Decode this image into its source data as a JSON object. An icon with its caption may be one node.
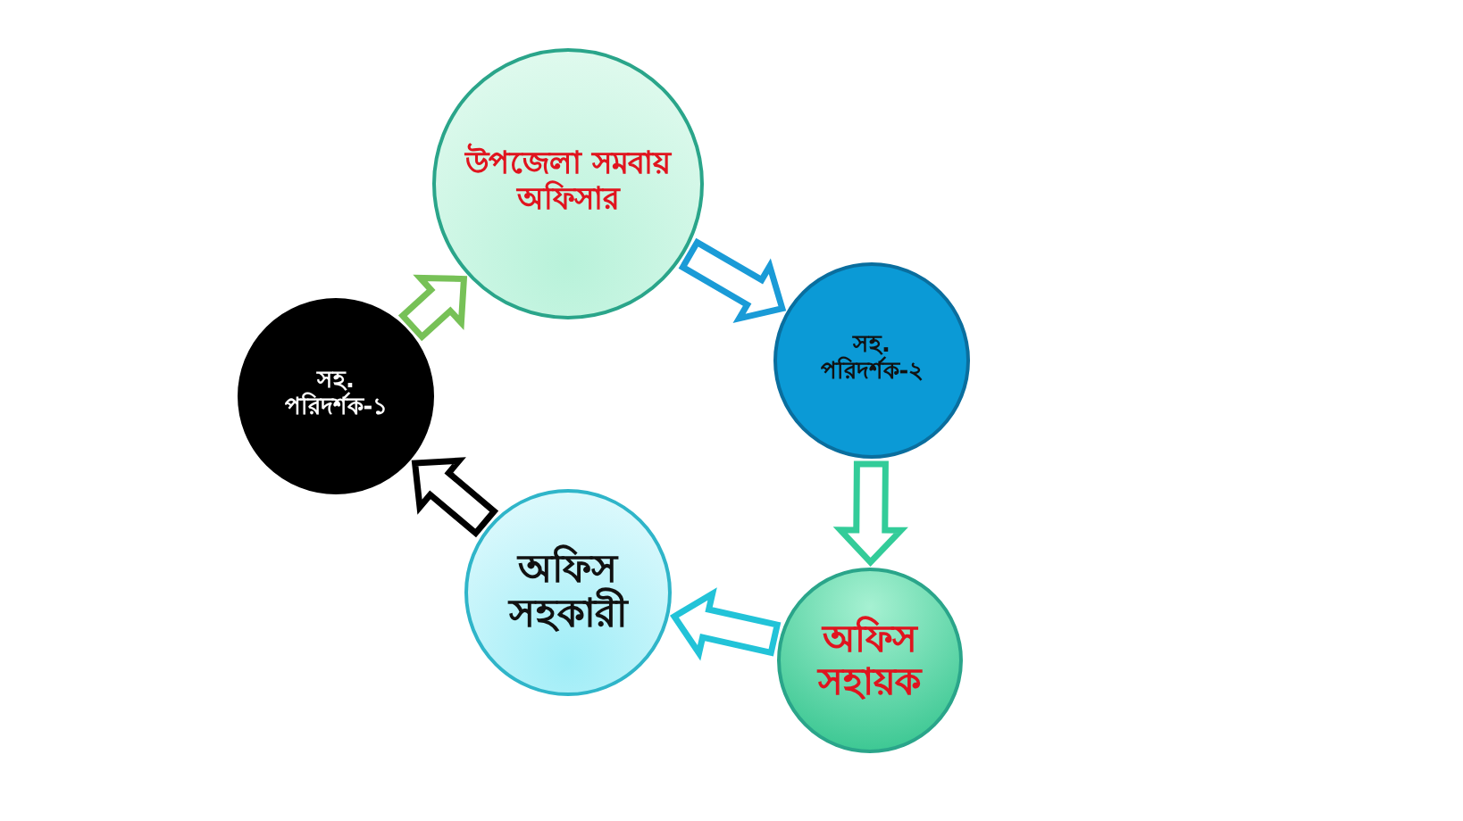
{
  "diagram": {
    "nodes": [
      {
        "text": [
          "উপজেলা সমবায় অফিসার"
        ]
      },
      {
        "text": [
          "সহ. পরিদর্শক-২"
        ]
      },
      {
        "text": [
          "অফিস সহায়ক"
        ]
      },
      {
        "text": [
          "অফিস সহকারী"
        ]
      },
      {
        "text": [
          "সহ. পরিদর্শক-১"
        ]
      }
    ],
    "edges": [
      {
        "from": 0,
        "to": 1,
        "arrow": "to",
        "style": "thick",
        "color": "#1a9bd7"
      },
      {
        "from": 1,
        "to": 2,
        "arrow": "to",
        "style": "thick",
        "color": "#33cc99"
      },
      {
        "from": 2,
        "to": 3,
        "arrow": "to",
        "style": "thick",
        "color": "#22c3d8"
      },
      {
        "from": 3,
        "to": 4,
        "arrow": "to",
        "style": "thick",
        "color": "#000000"
      },
      {
        "from": 4,
        "to": 0,
        "arrow": "to",
        "style": "thick",
        "color": "#77c157"
      }
    ]
  }
}
